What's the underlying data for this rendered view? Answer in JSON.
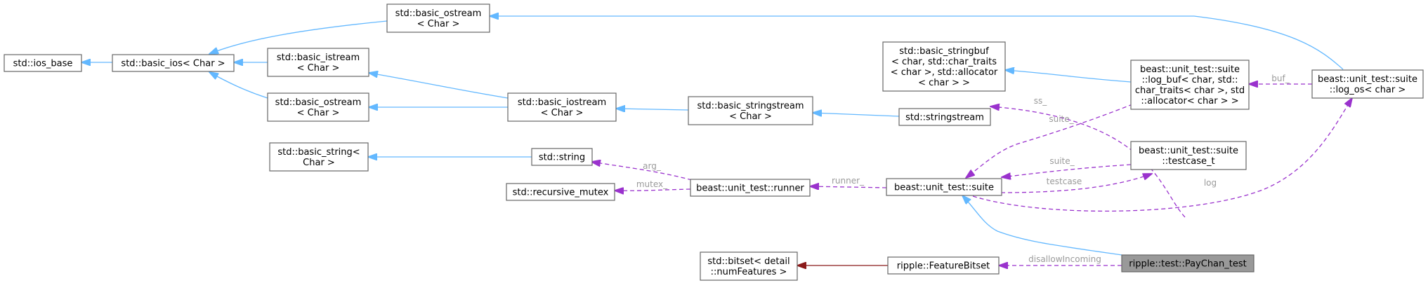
{
  "colors": {
    "inheritance": "#63b8ff",
    "private_inheritance": "#8b1a1a",
    "usage": "#9a32cd",
    "edge_label": "#9a9a9a",
    "highlight_node": "#999999"
  },
  "nodes": {
    "ios_base": {
      "lines": [
        "std::ios_base"
      ]
    },
    "basic_ios": {
      "lines": [
        "std::basic_ios< Char >"
      ]
    },
    "basic_ostream_top": {
      "lines": [
        "std::basic_ostream",
        "< Char >"
      ]
    },
    "basic_istream": {
      "lines": [
        "std::basic_istream",
        "< Char >"
      ]
    },
    "basic_ostream_mid": {
      "lines": [
        "std::basic_ostream",
        "< Char >"
      ]
    },
    "basic_iostream": {
      "lines": [
        "std::basic_iostream",
        "< Char >"
      ]
    },
    "basic_stringstream": {
      "lines": [
        "std::basic_stringstream",
        "< Char >"
      ]
    },
    "stringstream": {
      "lines": [
        "std::stringstream"
      ]
    },
    "basic_stringbuf": {
      "lines": [
        "std::basic_stringbuf",
        "< char, std::char_traits",
        "< char >, std::allocator",
        "< char > >"
      ]
    },
    "log_buf": {
      "lines": [
        "beast::unit_test::suite",
        "::log_buf< char, std::",
        "char_traits< char >, std",
        "::allocator< char > >"
      ]
    },
    "log_os": {
      "lines": [
        "beast::unit_test::suite",
        "::log_os< char >"
      ]
    },
    "basic_string": {
      "lines": [
        "std::basic_string<",
        "Char >"
      ]
    },
    "string": {
      "lines": [
        "std::string"
      ]
    },
    "recursive_mutex": {
      "lines": [
        "std::recursive_mutex"
      ]
    },
    "runner": {
      "lines": [
        "beast::unit_test::runner"
      ]
    },
    "suite": {
      "lines": [
        "beast::unit_test::suite"
      ]
    },
    "testcase_t": {
      "lines": [
        "beast::unit_test::suite",
        "::testcase_t"
      ]
    },
    "bitset": {
      "lines": [
        "std::bitset< detail",
        "::numFeatures >"
      ]
    },
    "feature_bitset": {
      "lines": [
        "ripple::FeatureBitset"
      ]
    },
    "paychan_test": {
      "lines": [
        "ripple::test::PayChan_test"
      ]
    }
  },
  "edge_labels": {
    "ss": "ss_",
    "suite_a": "suite_",
    "suite_b": "suite_",
    "testcase": "testcase",
    "log": "log",
    "buf": "buf_",
    "arg": "arg_",
    "runner": "runner_",
    "mutex": "mutex_",
    "disallow": "disallowIncoming"
  }
}
